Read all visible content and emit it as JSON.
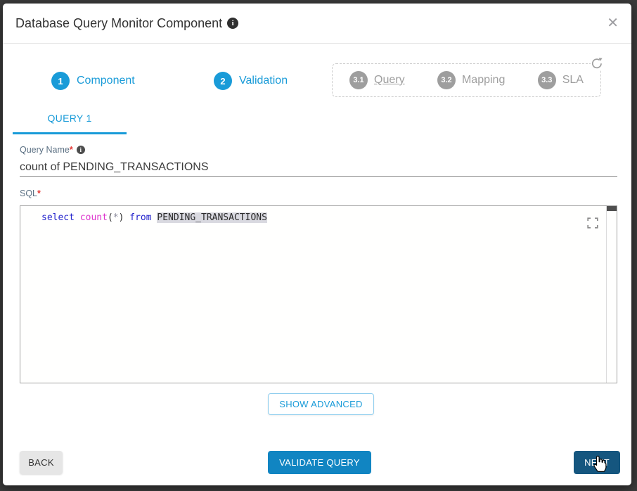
{
  "dialog": {
    "title": "Database Query Monitor Component"
  },
  "icons": {
    "info": "i",
    "close": "✕"
  },
  "stepper": {
    "steps": [
      {
        "number": "1",
        "label": "Component"
      },
      {
        "number": "2",
        "label": "Validation"
      }
    ],
    "substeps": [
      {
        "number": "3.1",
        "label": "Query",
        "current": true
      },
      {
        "number": "3.2",
        "label": "Mapping",
        "current": false
      },
      {
        "number": "3.3",
        "label": "SLA",
        "current": false
      }
    ]
  },
  "tabs": {
    "query_tab": "QUERY 1"
  },
  "form": {
    "query_name": {
      "label": "Query Name",
      "required": "*",
      "value": "count of PENDING_TRANSACTIONS"
    },
    "sql": {
      "label": "SQL",
      "required": "*",
      "code_text": "select count(*) from PENDING_TRANSACTIONS",
      "tokens": [
        {
          "t": "select",
          "c": "kw"
        },
        {
          "t": " ",
          "c": "pl"
        },
        {
          "t": "count",
          "c": "fn"
        },
        {
          "t": "(",
          "c": "pl"
        },
        {
          "t": "*",
          "c": "op"
        },
        {
          "t": ")",
          "c": "pl"
        },
        {
          "t": " ",
          "c": "pl"
        },
        {
          "t": "from",
          "c": "kw"
        },
        {
          "t": " ",
          "c": "pl"
        },
        {
          "t": "PENDING_TRANSACTIONS",
          "c": "hl"
        }
      ]
    }
  },
  "buttons": {
    "show_advanced": "SHOW ADVANCED",
    "back": "BACK",
    "validate": "VALIDATE QUERY",
    "next": "NEXT"
  },
  "colors": {
    "accent": "#199bd8",
    "validate_button": "#1185c2",
    "next_button": "#15567f",
    "step_inactive": "#9e9e9e",
    "required": "#e53935",
    "sql_keyword": "#2222cc",
    "sql_function": "#dd33cc",
    "sql_highlight_bg": "#d9d9e0",
    "backdrop": "#3b3b3b"
  }
}
